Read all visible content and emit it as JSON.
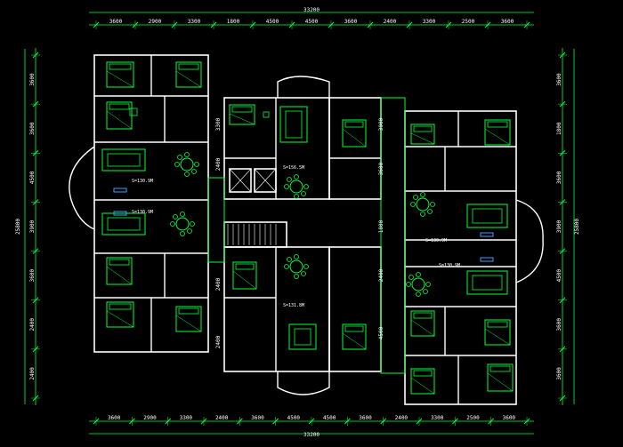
{
  "drawing": {
    "colors": {
      "background": "#000000",
      "wall": "#ffffff",
      "furniture": "#00ff3c",
      "dimension": "#00ff3c",
      "text": "#ffffff",
      "accent": "#ff2a2a"
    },
    "overall_width": "33200",
    "overall_height": "25800",
    "top_dimensions": [
      "3600",
      "2900",
      "3300",
      "1800",
      "4500",
      "4500",
      "3600",
      "2400",
      "3300",
      "2500",
      "3600"
    ],
    "bottom_dimensions": [
      "3600",
      "2900",
      "3300",
      "2400",
      "3600",
      "4500",
      "4500",
      "3600",
      "2400",
      "3300",
      "2500",
      "3600"
    ],
    "left_dimensions": [
      "3600",
      "3600",
      "4500",
      "3900",
      "3600",
      "2400",
      "2400"
    ],
    "right_dimensions": [
      "3600",
      "1800",
      "3600",
      "3900",
      "4500",
      "3600",
      "3600"
    ],
    "inner_dimensions": [
      "3300",
      "2400",
      "2400",
      "3900",
      "3600",
      "1800",
      "2400",
      "4500",
      "2400"
    ],
    "area_labels": [
      "S=130.9M",
      "S=130.9M",
      "S=156.5M",
      "S=130.9M",
      "S=130.9M",
      "S=131.8M"
    ]
  }
}
